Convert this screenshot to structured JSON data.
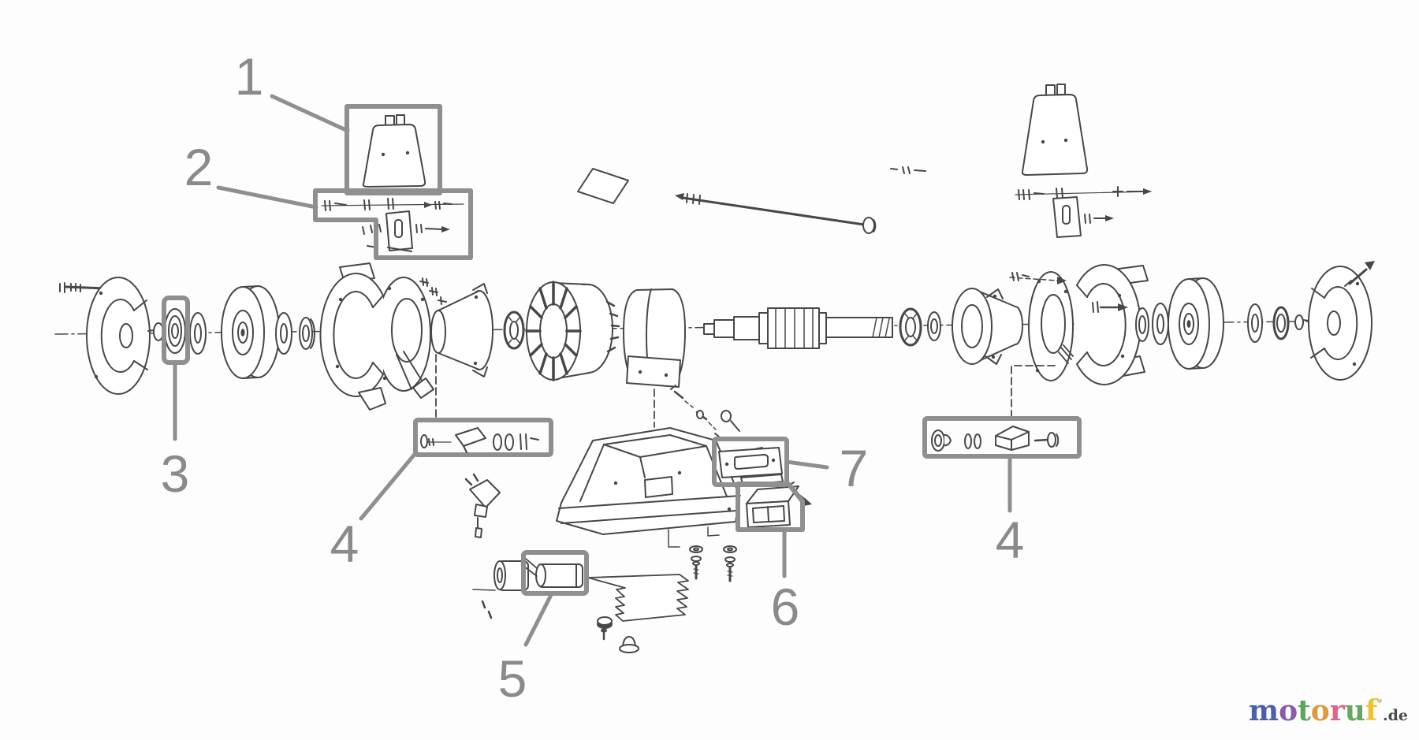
{
  "callouts": [
    {
      "id": "callout-1",
      "label": "1"
    },
    {
      "id": "callout-2",
      "label": "2"
    },
    {
      "id": "callout-3",
      "label": "3"
    },
    {
      "id": "callout-4-left",
      "label": "4"
    },
    {
      "id": "callout-5",
      "label": "5"
    },
    {
      "id": "callout-6",
      "label": "6"
    },
    {
      "id": "callout-7",
      "label": "7"
    },
    {
      "id": "callout-4-right",
      "label": "4"
    }
  ],
  "logo": {
    "letters": [
      {
        "char": "m",
        "color": "#4a5fae"
      },
      {
        "char": "o",
        "color": "#8a5ba6"
      },
      {
        "char": "t",
        "color": "#58a85c"
      },
      {
        "char": "o",
        "color": "#e09a3c"
      },
      {
        "char": "r",
        "color": "#e0638c"
      },
      {
        "char": "u",
        "color": "#63a85c"
      },
      {
        "char": "f",
        "color": "#eec133"
      }
    ],
    "mark": "’",
    "suffix": ".de",
    "suffix_color": "#4a4a4a"
  },
  "colors": {
    "callout_gray": "#8f8f8f",
    "line_art": "#474747",
    "background": "#fdfdfd"
  }
}
